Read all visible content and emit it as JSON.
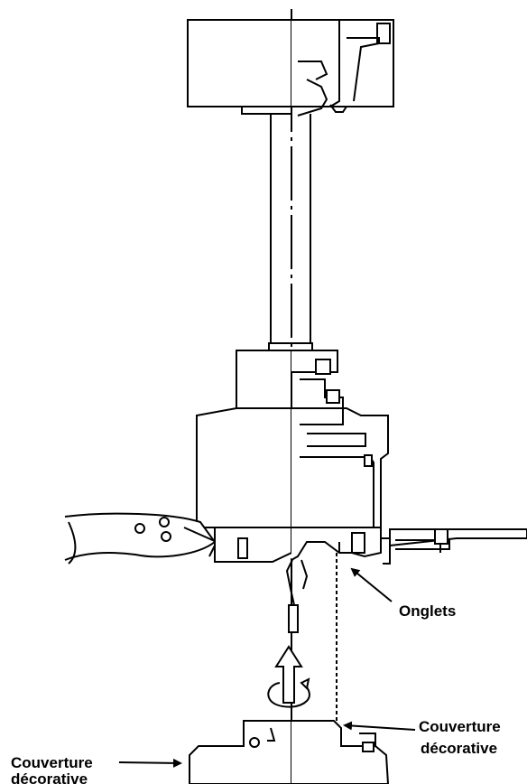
{
  "labels": {
    "tabs": "Onglets",
    "cover_right_line1": "Couverture",
    "cover_right_line2": "décorative",
    "cover_left_line1": "Couverture",
    "cover_left_line2": "décorative"
  },
  "colors": {
    "stroke": "#000000",
    "background": "#ffffff"
  },
  "icons": {
    "rotation": "rotate-arrow-icon",
    "lift": "up-arrow-icon"
  }
}
